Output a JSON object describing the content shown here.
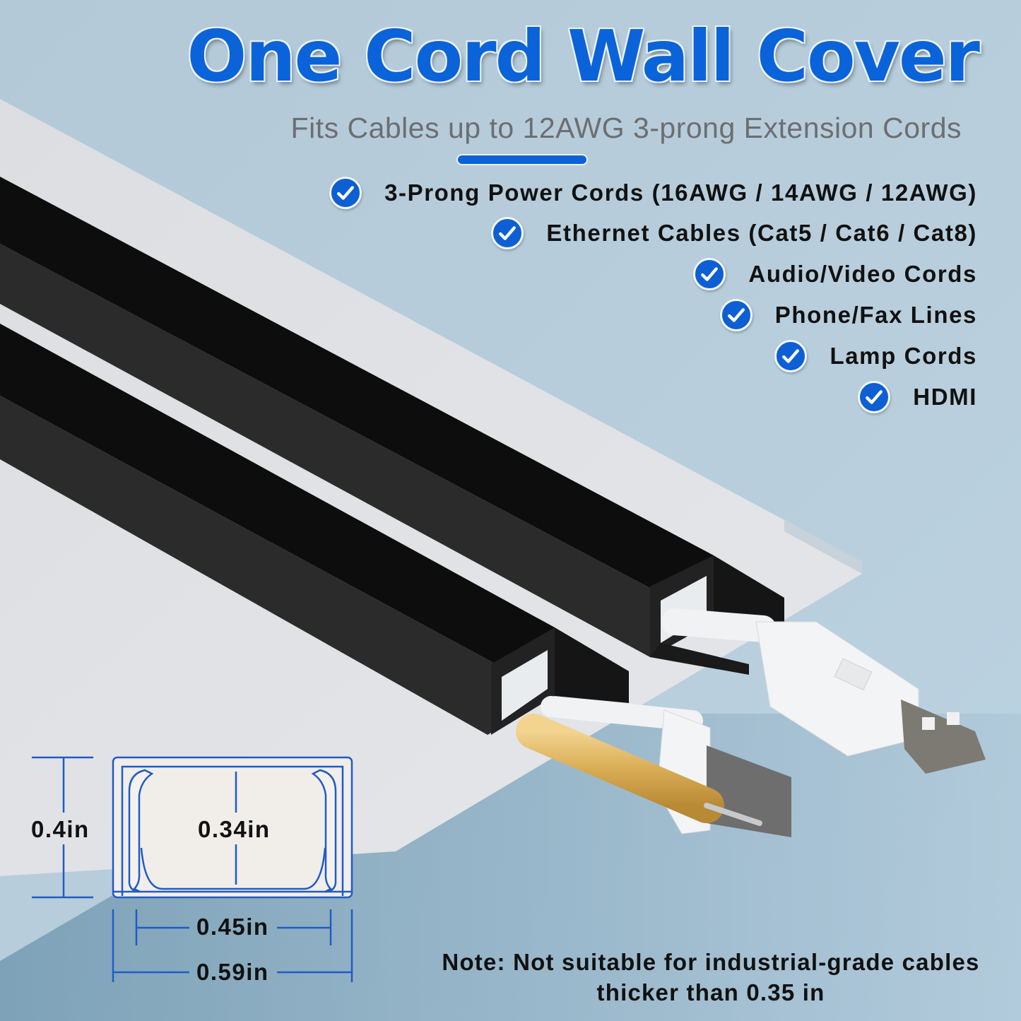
{
  "header": {
    "title": "One Cord Wall Cover",
    "subtitle": "Fits Cables up to 12AWG 3-prong Extension Cords"
  },
  "features": [
    {
      "icon": "check-circle-icon",
      "label": "3-Prong Power Cords (16AWG / 14AWG / 12AWG)"
    },
    {
      "icon": "check-circle-icon",
      "label": "Ethernet Cables (Cat5 / Cat6 / Cat8)"
    },
    {
      "icon": "check-circle-icon",
      "label": "Audio/Video Cords"
    },
    {
      "icon": "check-circle-icon",
      "label": "Phone/Fax Lines"
    },
    {
      "icon": "check-circle-icon",
      "label": "Lamp Cords"
    },
    {
      "icon": "check-circle-icon",
      "label": "HDMI"
    }
  ],
  "dimensions": {
    "outer_height": "0.4in",
    "inner_height": "0.34in",
    "inner_width": "0.45in",
    "outer_width": "0.59in"
  },
  "note": {
    "line1": "Note: Not suitable for industrial-grade cables",
    "line2": "thicker than 0.35 in"
  },
  "colors": {
    "accent_blue": "#0a63d9",
    "background": "#b5cbd9",
    "raceway": "#111111"
  }
}
